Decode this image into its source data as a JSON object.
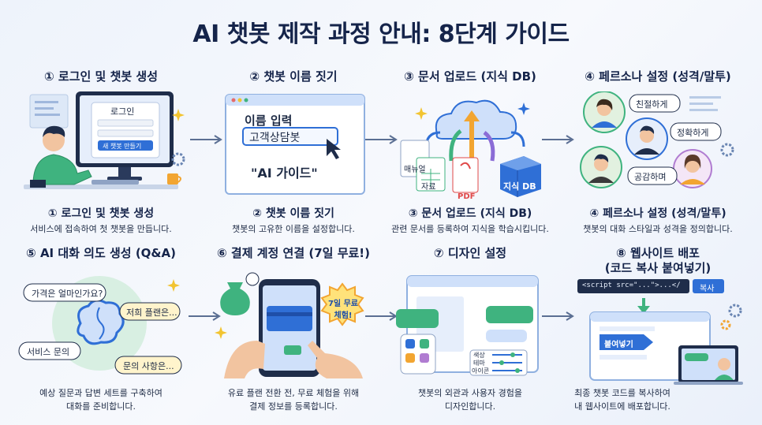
{
  "title": "AI 챗봇 제작 과정 안내: 8단계 가이드",
  "steps": [
    {
      "title": "① 로그인 및 챗봇 생성",
      "subtitle": "① 로그인 및 챗봇 생성",
      "description": "서비스에 접속하여 첫 챗봇을 만듭니다.",
      "illustration": {
        "login_label": "로그인",
        "create_button": "새 챗봇 만들기"
      }
    },
    {
      "title": "② 챗봇 이름 짓기",
      "subtitle": "② 챗봇 이름 짓기",
      "description": "챗봇의 고유한 이름을 설정합니다.",
      "illustration": {
        "name_label": "이름 입력",
        "name_value": "고객상담봇",
        "example_name": "\"AI 가이드\""
      }
    },
    {
      "title": "③ 문서 업로드 (지식 DB)",
      "subtitle": "③ 문서 업로드 (지식 DB)",
      "description": "관련 문서를 등록하여 지식을 학습시킵니다.",
      "illustration": {
        "manual_label": "매뉴얼",
        "data_label": "자료",
        "pdf_label": "PDF",
        "db_label": "지식 DB"
      }
    },
    {
      "title": "④ 페르소나 설정 (성격/말투)",
      "subtitle": "④ 페르소나 설정 (성격/말투)",
      "description": "챗봇의 대화 스타일과 성격을 정의합니다.",
      "illustration": {
        "bubble_1": "친절하게",
        "bubble_2": "정확하게",
        "bubble_3": "공감하며"
      }
    },
    {
      "title": "⑤ AI 대화 의도 생성 (Q&A)",
      "description_lines": [
        "예상 질문과 답변 세트를 구축하여",
        "대화를 준비합니다."
      ],
      "illustration": {
        "q1": "가격은 얼마인가요?",
        "q2": "저희 플랜은...",
        "q3": "서비스 문의",
        "q4": "문의 사항은..."
      }
    },
    {
      "title": "⑥ 결제 계정 연결 (7일 무료!)",
      "description_lines": [
        "유료 플랜 전환 전, 무료 체험을 위해",
        "결제 정보를 등록합니다."
      ],
      "illustration": {
        "badge": "7일 무료 체험!"
      }
    },
    {
      "title": "⑦ 디자인 설정",
      "description_lines": [
        "챗봇의 외관과 사용자 경험을",
        "디자인합니다."
      ],
      "illustration": {
        "color_label": "색상",
        "theme_label": "테마",
        "icon_label": "아이콘"
      }
    },
    {
      "title_lines": [
        "⑧ 웹사이트 배포",
        "(코드 복사 붙여넣기)"
      ],
      "description_lines": [
        "최종 챗봇 코드를 복사하여",
        "내 웹사이트에 배포합니다."
      ],
      "illustration": {
        "code": "<script src=\"...\">...</",
        "copy_button": "복사",
        "paste_label": "붙여넣기"
      }
    }
  ],
  "colors": {
    "navy": "#15244a",
    "blue": "#2f6fd6",
    "green": "#3fb37f",
    "orange": "#f2a531",
    "yellow": "#ffe27a",
    "light_blue": "#cfe0fa"
  },
  "icons": [
    "gear-icon",
    "sparkle-icon",
    "arrow-right-icon",
    "cloud-icon",
    "brain-icon",
    "phone-icon",
    "credit-card-icon",
    "laptop-icon"
  ]
}
